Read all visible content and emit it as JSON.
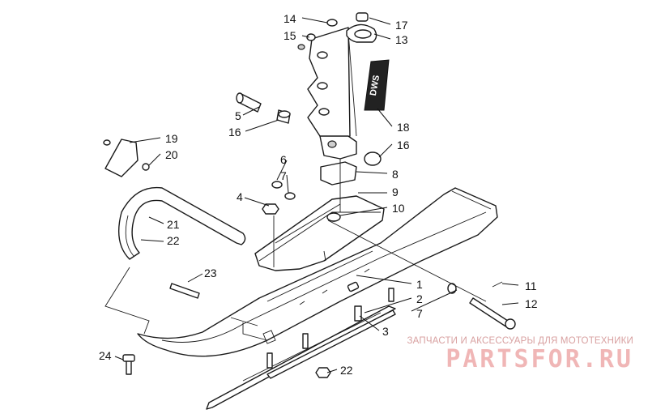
{
  "diagram": {
    "callouts": {
      "c1": "1",
      "c2": "2",
      "c3": "3",
      "c4": "4",
      "c5": "5",
      "c6": "6",
      "c7a": "7",
      "c7b": "7",
      "c8": "8",
      "c9": "9",
      "c10": "10",
      "c11": "11",
      "c12": "12",
      "c13": "13",
      "c14": "14",
      "c15": "15",
      "c16a": "16",
      "c16b": "16",
      "c17": "17",
      "c18": "18",
      "c19": "19",
      "c20": "20",
      "c21": "21",
      "c22a": "22",
      "c22b": "22",
      "c23": "23",
      "c24": "24"
    },
    "decal_text": "DWS"
  },
  "watermark": {
    "tagline": "ЗАПЧАСТИ И АКСЕССУАРЫ ДЛЯ МОТОТЕХНИКИ",
    "logo": "PARTSFOR.RU"
  }
}
